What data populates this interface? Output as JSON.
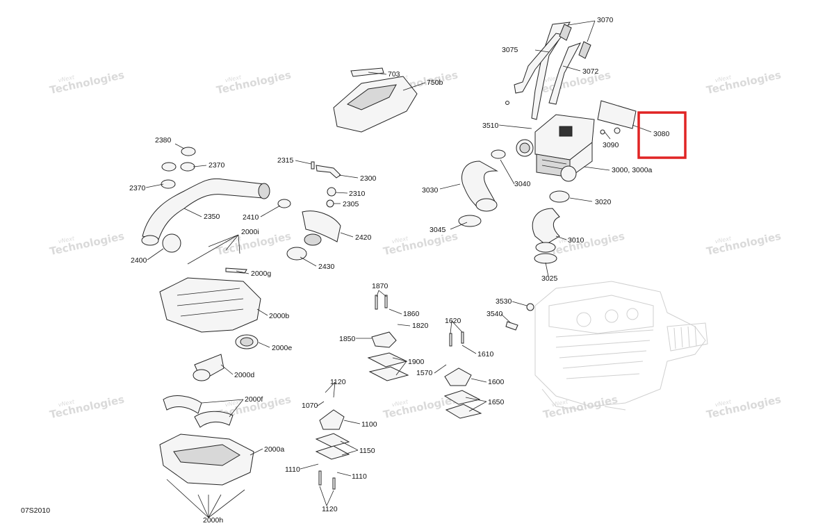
{
  "labels": {
    "l3070": "3070",
    "l3075": "3075",
    "l3072": "3072",
    "l3080": "3080",
    "l3090": "3090",
    "l3510": "3510",
    "l3000": "3000, 3000a",
    "l3040": "3040",
    "l3030": "3030",
    "l3020": "3020",
    "l3045": "3045",
    "l3010": "3010",
    "l3025": "3025",
    "l703": "703",
    "l750b": "750b",
    "l2380": "2380",
    "l2370a": "2370",
    "l2370b": "2370",
    "l2350": "2350",
    "l2400": "2400",
    "l2315": "2315",
    "l2300": "2300",
    "l2310": "2310",
    "l2305": "2305",
    "l2410": "2410",
    "l2420": "2420",
    "l2430": "2430",
    "l2000i": "2000i",
    "l2000g": "2000g",
    "l2000b": "2000b",
    "l2000e": "2000e",
    "l2000d": "2000d",
    "l2000f": "2000f",
    "l2000a": "2000a",
    "l2000h": "2000h",
    "l1870": "1870",
    "l1860": "1860",
    "l1820": "1820",
    "l1850": "1850",
    "l1900": "1900",
    "l1620": "1620",
    "l1610": "1610",
    "l1570": "1570",
    "l1600": "1600",
    "l1650": "1650",
    "l3530": "3530",
    "l3540": "3540",
    "l1120a": "1120",
    "l1070": "1070",
    "l1100": "1100",
    "l1150": "1150",
    "l1110a": "1110",
    "l1110b": "1110",
    "l1120b": "1120",
    "code": "07S2010"
  },
  "watermark": {
    "line1": "vNext",
    "line2": "Technologies"
  },
  "highlight": {
    "target": "3080",
    "color": "#e02424"
  }
}
